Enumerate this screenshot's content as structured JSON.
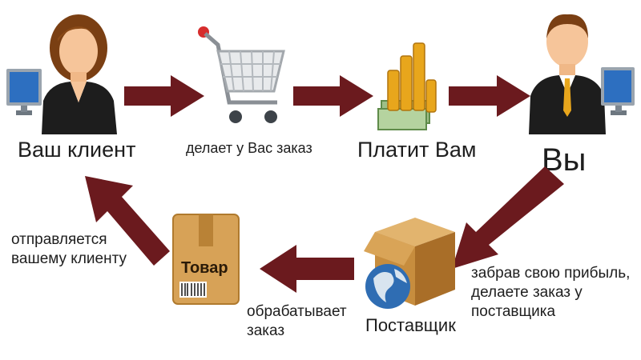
{
  "nodes": {
    "client": "Ваш клиент",
    "payment": "Платит Вам",
    "you": "Вы",
    "supplier": "Поставщик",
    "goods_box": "Товар"
  },
  "steps": {
    "client_order": "делает у Вас заказ",
    "to_client_line1": "отправляется",
    "to_client_line2": "вашему клиенту",
    "processes_line1": "обрабатывает",
    "processes_line2": "заказ",
    "profit_line1": "забрав свою прибыль,",
    "profit_line2": "делаете заказ у",
    "profit_line3": "поставщика"
  },
  "colors": {
    "arrow": "#6b1a1e",
    "skin": "#f6c59a",
    "suit": "#1d1d1d",
    "gold": "#e8a61c",
    "box": "#d7a257"
  },
  "icons": [
    "woman-avatar-icon",
    "shopping-cart-icon",
    "money-coins-icon",
    "man-avatar-icon",
    "monitor-icon",
    "goods-box-icon",
    "supplier-box-icon",
    "globe-icon"
  ]
}
